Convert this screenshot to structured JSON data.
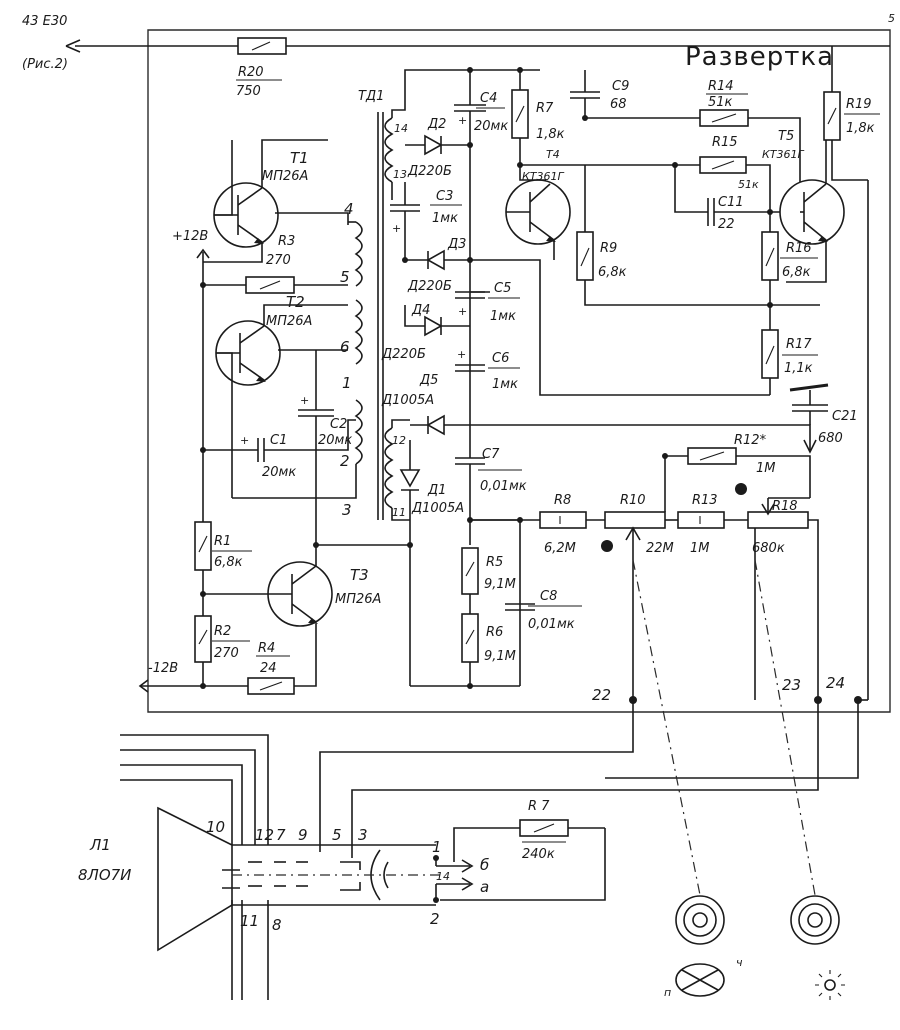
{
  "title": "Развертка",
  "corner_mark": "5",
  "external_ref": {
    "line1": "43 E30",
    "line2": "(Рис.2)"
  },
  "supply": {
    "pos": "+12В",
    "neg": "-12В"
  },
  "transformer": {
    "name": "ТД1",
    "pins": {
      "p14": "14",
      "p13": "13",
      "p4": "4",
      "p5": "5",
      "p6": "6",
      "p1": "1",
      "p2": "2",
      "p3": "3",
      "p12": "12",
      "p11": "11"
    }
  },
  "transistors": {
    "T1": {
      "ref": "Т1",
      "type": "МП26А"
    },
    "T2": {
      "ref": "Т2",
      "type": "МП26А"
    },
    "T3": {
      "ref": "Т3",
      "type": "МП26А"
    },
    "T4": {
      "ref": "Т4",
      "type": "КТ361Г"
    },
    "T5": {
      "ref": "Т5",
      "type": "КТ361Г"
    }
  },
  "resistors": {
    "R1": {
      "ref": "R1",
      "value": "6,8к"
    },
    "R2": {
      "ref": "R2",
      "value": "270"
    },
    "R3": {
      "ref": "R3",
      "value": "270"
    },
    "R4": {
      "ref": "R4",
      "value": "24"
    },
    "R5": {
      "ref": "R5",
      "value": "9,1М"
    },
    "R6": {
      "ref": "R6",
      "value": "9,1М"
    },
    "R7": {
      "ref": "R7",
      "value": "1,8к"
    },
    "R7b": {
      "ref": "R 7",
      "value": "240к"
    },
    "R8": {
      "ref": "R8",
      "value": "6,2М"
    },
    "R9": {
      "ref": "R9",
      "value": "6,8к"
    },
    "R10": {
      "ref": "R10",
      "value": "22М"
    },
    "R12": {
      "ref": "R12*",
      "value": "1М"
    },
    "R13": {
      "ref": "R13",
      "value": "1М"
    },
    "R14": {
      "ref": "R14",
      "value": "51к"
    },
    "R15": {
      "ref": "R15",
      "value": "51к"
    },
    "R16": {
      "ref": "R16",
      "value": "6,8к"
    },
    "R17": {
      "ref": "R17",
      "value": "1,1к"
    },
    "R18": {
      "ref": "R18",
      "value": "680к"
    },
    "R19": {
      "ref": "R19",
      "value": "1,8к"
    },
    "R20": {
      "ref": "R20",
      "value": "750"
    }
  },
  "capacitors": {
    "C1": {
      "ref": "С1",
      "value": "20мк"
    },
    "C2": {
      "ref": "С2",
      "value": "20мк"
    },
    "C3": {
      "ref": "С3",
      "value": "1мк"
    },
    "C4": {
      "ref": "С4",
      "value": "20мк"
    },
    "C5": {
      "ref": "С5",
      "value": "1мк"
    },
    "C6": {
      "ref": "С6",
      "value": "1мк"
    },
    "C7": {
      "ref": "С7",
      "value": "0,01мк"
    },
    "C8": {
      "ref": "С8",
      "value": "0,01мк"
    },
    "C9": {
      "ref": "С9",
      "value": "68"
    },
    "C11": {
      "ref": "С11",
      "value": "22"
    },
    "C21": {
      "ref": "С21",
      "value": "680"
    }
  },
  "diodes": {
    "D1": {
      "ref": "Д1",
      "type": "Д1005А"
    },
    "D2": {
      "ref": "Д2",
      "type": "Д220Б"
    },
    "D3": {
      "ref": "Д3",
      "type": "Д220Б"
    },
    "D4": {
      "ref": "Д4",
      "type": "Д220Б"
    },
    "D5": {
      "ref": "Д5",
      "type": "Д1005А"
    }
  },
  "terminals": {
    "t22": "22",
    "t23": "23",
    "t24": "24"
  },
  "crt": {
    "ref": "Л1",
    "type": "8ЛО7И",
    "pins": {
      "p10": "10",
      "p12": "12",
      "p7": "7",
      "p9": "9",
      "p5": "5",
      "p3": "3",
      "p1": "1",
      "p14": "14",
      "p2": "2",
      "p11": "11",
      "p8": "8"
    },
    "heater_b": "б",
    "heater_a": "а"
  },
  "controls": {
    "knob1_label_left": "п",
    "knob1_label_right": "ч"
  }
}
